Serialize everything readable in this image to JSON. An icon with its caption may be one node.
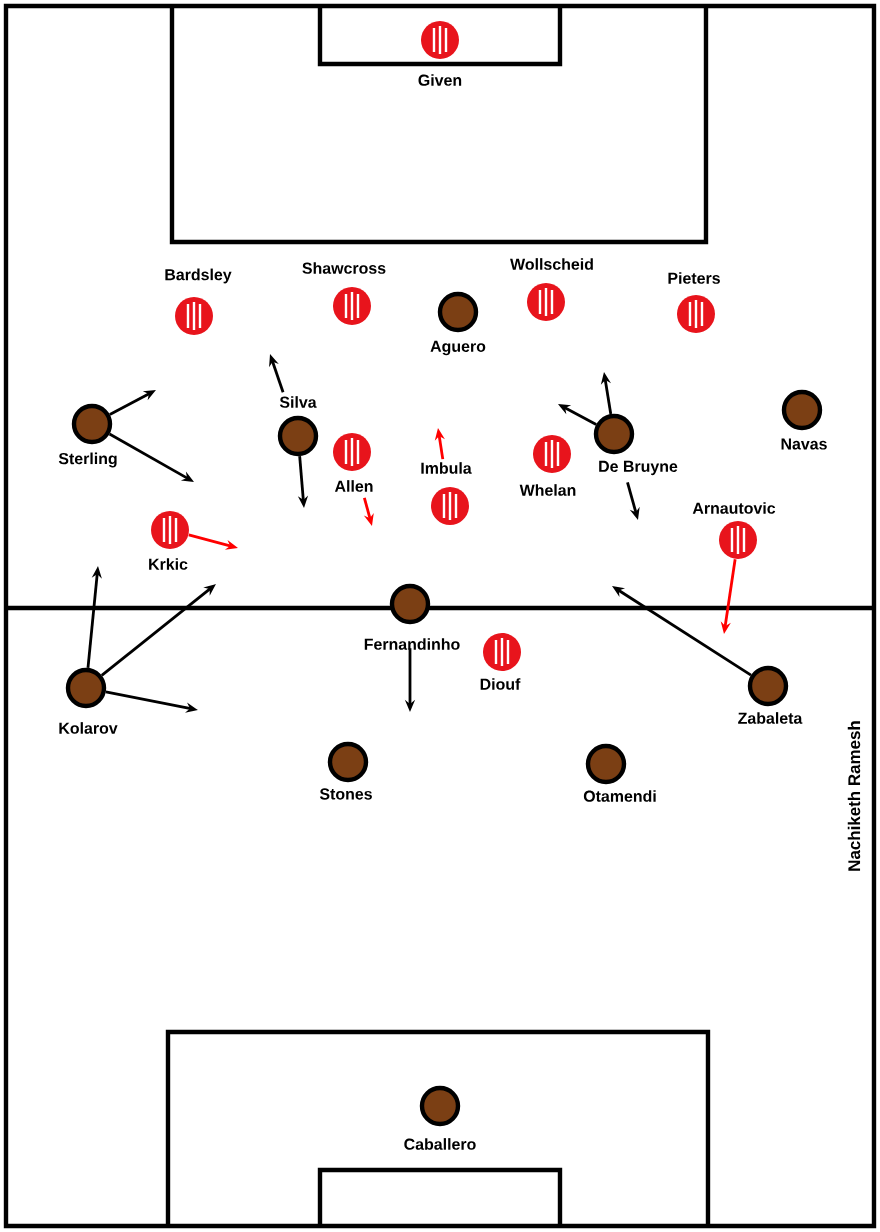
{
  "diagram": {
    "nodes": [
      {
        "text": [
          "Given"
        ]
      },
      {
        "text": [
          "Bardsley"
        ]
      },
      {
        "text": [
          "Shawcross"
        ]
      },
      {
        "text": [
          "Aguero"
        ]
      },
      {
        "text": [
          "Wollscheid"
        ]
      },
      {
        "text": [
          "Pieters"
        ]
      },
      {
        "text": [
          "Navas"
        ]
      },
      {
        "text": [
          "Sterling"
        ]
      },
      {
        "text": [
          "Silva"
        ]
      },
      {
        "text": [
          "De Bruyne"
        ]
      },
      {
        "text": [
          "Allen"
        ]
      },
      {
        "text": [
          "Imbula"
        ]
      },
      {
        "text": [
          "Whelan"
        ]
      },
      {
        "text": [
          "Arnautovic"
        ]
      },
      {
        "text": [
          "Krkic"
        ]
      },
      {
        "text": [
          "Fernandinho"
        ]
      },
      {
        "text": [
          "Diouf"
        ]
      },
      {
        "text": [
          "Kolarov"
        ]
      },
      {
        "text": [
          "Zabaleta"
        ]
      },
      {
        "text": [
          "Stones"
        ]
      },
      {
        "text": [
          "Otamendi"
        ]
      },
      {
        "text": [
          "Caballero"
        ]
      }
    ],
    "edges": [
      {
        "from": 7,
        "to": null,
        "arrow": "to"
      },
      {
        "from": 7,
        "to": null,
        "arrow": "to"
      },
      {
        "from": 8,
        "to": null,
        "arrow": "to"
      },
      {
        "from": 8,
        "to": null,
        "arrow": "to"
      },
      {
        "from": 10,
        "to": null,
        "arrow": "to",
        "color": "#ff0000"
      },
      {
        "from": 11,
        "to": null,
        "arrow": "to",
        "color": "#ff0000"
      },
      {
        "from": 9,
        "to": null,
        "arrow": "to"
      },
      {
        "from": 9,
        "to": null,
        "arrow": "to"
      },
      {
        "from": 9,
        "to": null,
        "arrow": "to"
      },
      {
        "from": 14,
        "to": null,
        "arrow": "to",
        "color": "#ff0000"
      },
      {
        "from": 13,
        "to": null,
        "arrow": "to",
        "color": "#ff0000"
      },
      {
        "from": 17,
        "to": null,
        "arrow": "to"
      },
      {
        "from": 17,
        "to": null,
        "arrow": "to"
      },
      {
        "from": 17,
        "to": null,
        "arrow": "to"
      },
      {
        "from": 15,
        "to": null,
        "arrow": "to"
      },
      {
        "from": 18,
        "to": null,
        "arrow": "to"
      }
    ],
    "labels": [
      "Nachiketh Ramesh"
    ]
  }
}
